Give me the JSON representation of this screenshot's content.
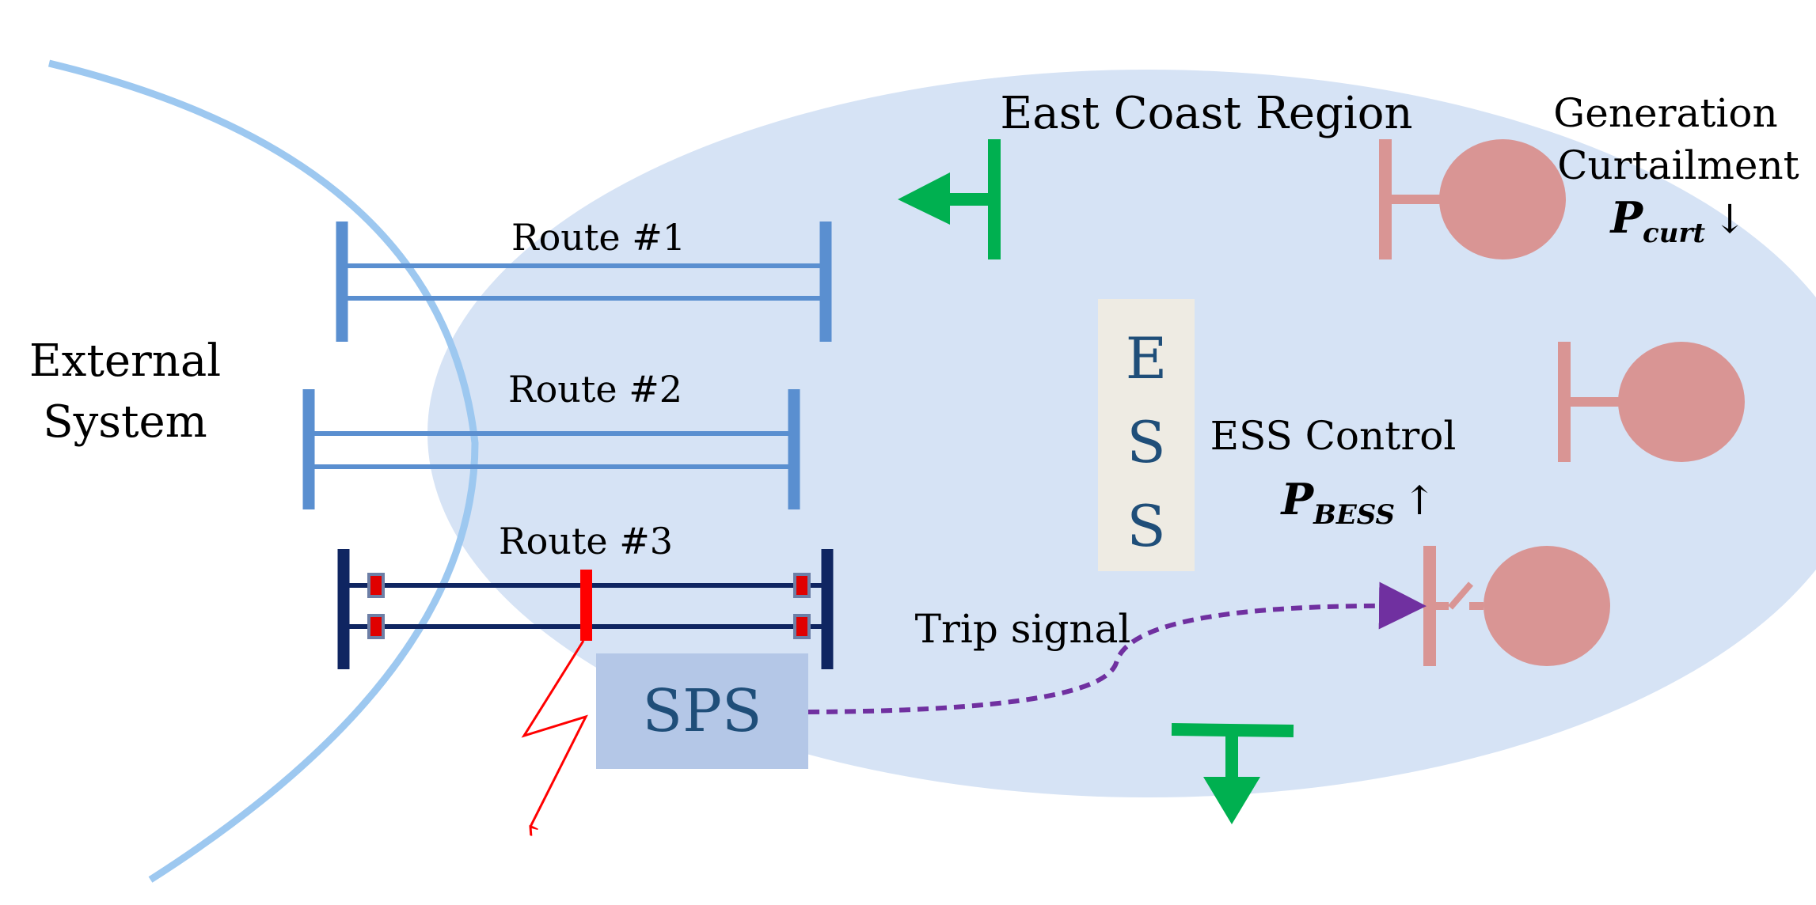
{
  "labels": {
    "external_system_line1": "External",
    "external_system_line2": "System",
    "region_title": "East Coast Region",
    "route1": "Route #1",
    "route2": "Route #2",
    "route3": "Route #3",
    "ess_letter1": "E",
    "ess_letter2": "S",
    "ess_letter3": "S",
    "ess_control": "ESS Control",
    "p_bess_main": "P",
    "p_bess_sub": "BESS",
    "p_bess_arrow": "↑",
    "generation_line1": "Generation",
    "generation_line2": "Curtailment",
    "p_curt_main": "P",
    "p_curt_sub": "curt",
    "p_curt_arrow": "↓",
    "trip_signal": "Trip signal",
    "sps": "SPS"
  },
  "colors": {
    "region_fill": "#d6e3f5",
    "boundary_line": "#9dc8f0",
    "route_light": "#5a8fd0",
    "route_dark": "#0f2561",
    "fault_red": "#ff0000",
    "breaker_fill": "#e00000",
    "breaker_border": "#6d7fa6",
    "load_green": "#00b050",
    "generator_pink": "#d99594",
    "ess_box": "#eeebe3",
    "ess_text": "#1f4e79",
    "sps_box": "#b4c7e7",
    "sps_text": "#1f4e79",
    "trip_signal_line": "#7030a0"
  }
}
